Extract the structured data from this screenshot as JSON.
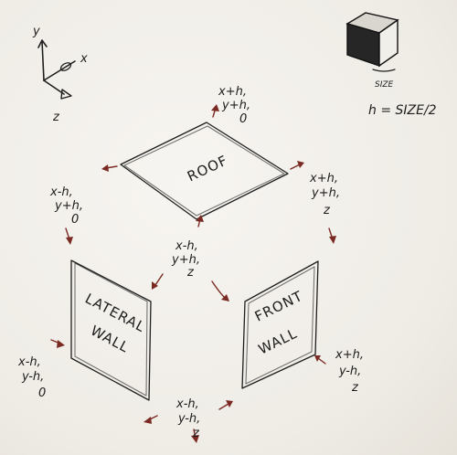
{
  "axes": {
    "y": "y",
    "x": "x",
    "z": "z"
  },
  "legend": {
    "size": "SIZE",
    "formula": "h = SIZE/2"
  },
  "faces": {
    "roof": "ROOF",
    "lateral_line1": "LATERAL",
    "lateral_line2": "WALL",
    "front_line1": "FRONT",
    "front_line2": "WALL"
  },
  "vertices": {
    "top_back": [
      "x+h,",
      "y+h,",
      "0"
    ],
    "left_top": [
      "x-h,",
      "y+h,",
      "0"
    ],
    "right_top": [
      "x+h,",
      "y+h,",
      "z"
    ],
    "center": [
      "x-h,",
      "y+h,",
      "z"
    ],
    "left_bottom": [
      "x-h,",
      "y-h,",
      "0"
    ],
    "right_bottom": [
      "x+h,",
      "y-h,",
      "z"
    ],
    "bottom": [
      "x-h,",
      "y-h,",
      "z"
    ]
  }
}
